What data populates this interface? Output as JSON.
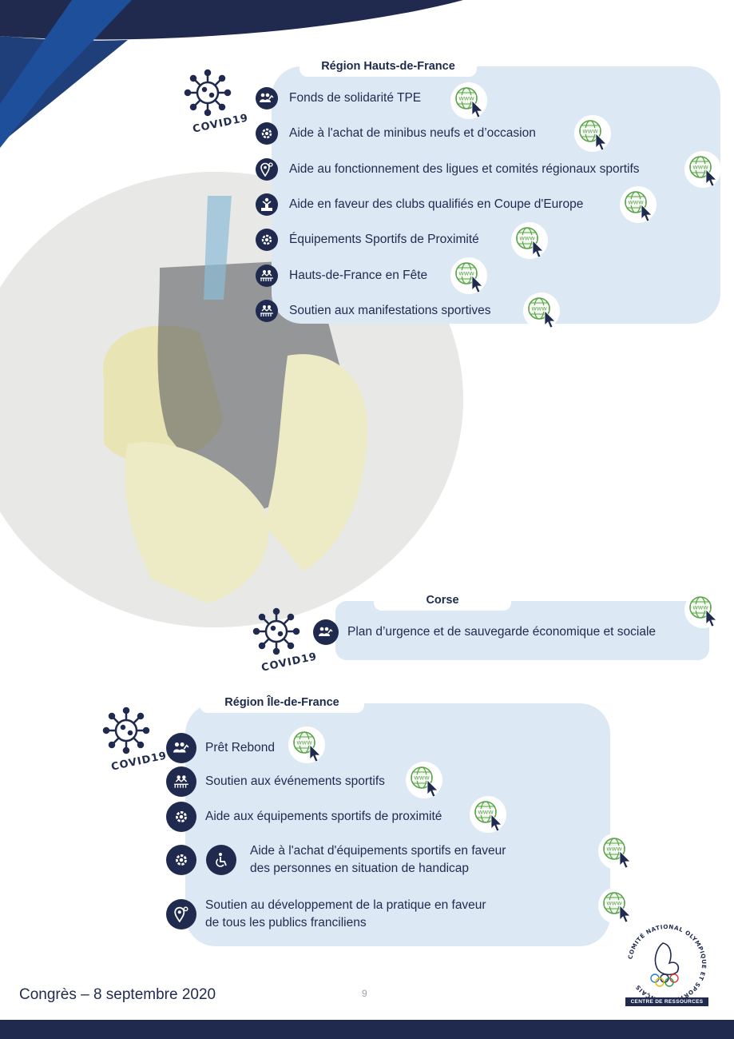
{
  "regions": {
    "hdf": {
      "title": "Région Hauts-de-France",
      "items": [
        {
          "label": "Fonds de solidarité TPE",
          "icon": "people-growth-icon"
        },
        {
          "label": "Aide à l'achat de minibus neufs et d’occasion",
          "icon": "gear-tools-icon"
        },
        {
          "label": "Aide au fonctionnement des ligues et comités régionaux sportifs",
          "icon": "location-pin-icon"
        },
        {
          "label": "Aide en faveur des clubs qualifiés en Coupe d'Europe",
          "icon": "podium-icon"
        },
        {
          "label": "Équipements Sportifs de Proximité",
          "icon": "gear-tools-icon"
        },
        {
          "label": "Hauts-de-France en Fête",
          "icon": "event-crowd-icon"
        },
        {
          "label": "Soutien aux manifestations sportives",
          "icon": "event-crowd-icon"
        }
      ]
    },
    "corse": {
      "title": "Corse",
      "items": [
        {
          "label": "Plan d’urgence et de sauvegarde économique et sociale",
          "icon": "people-growth-icon"
        }
      ]
    },
    "idf": {
      "title": "Région Île-de-France",
      "items": [
        {
          "label": "Prêt Rebond",
          "icon": "people-growth-icon"
        },
        {
          "label": "Soutien aux événements sportifs",
          "icon": "event-crowd-icon"
        },
        {
          "label": "Aide aux équipements sportifs de proximité",
          "icon": "gear-tools-icon"
        },
        {
          "label_line1": "Aide à l'achat d'équipements sportifs en faveur",
          "label_line2": "des personnes en situation de handicap",
          "icon": "wheelchair-icon"
        },
        {
          "label_line1": "Soutien au développement de la pratique en faveur",
          "label_line2": "de tous les publics franciliens",
          "icon": "location-pin-icon"
        }
      ]
    }
  },
  "covid_label": "COVID19",
  "globe_label": "WWW",
  "footer": {
    "event": "Congrès – 8 septembre 2020",
    "page_number": "9",
    "logo_ring_text": "COMITÉ NATIONAL OLYMPIQUE ET SPORTIF FRANÇAIS",
    "logo_strip": "CENTRE DE RESSOURCES"
  },
  "colors": {
    "navy": "#1f2a4e",
    "panel": "#dde8f5",
    "globe_green": "#5aa34a",
    "cursor": "#1f2a4e"
  }
}
